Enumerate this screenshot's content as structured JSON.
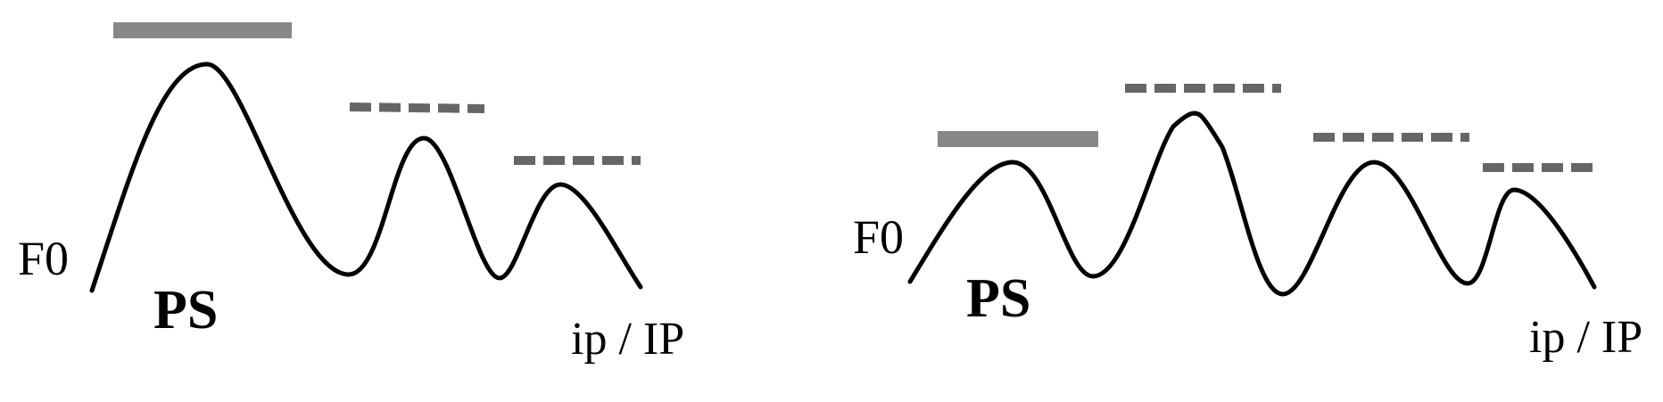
{
  "colors": {
    "contour": "#000000",
    "solid_bar": "#888888",
    "dashed_bar": "#666666"
  },
  "panels": [
    {
      "axis_label": "F0",
      "phrase_label": "PS",
      "end_label": "ip / IP",
      "peaks": [
        {
          "bar": "solid"
        },
        {
          "bar": "dashed"
        },
        {
          "bar": "dashed"
        }
      ]
    },
    {
      "axis_label": "F0",
      "phrase_label": "PS",
      "end_label": "ip / IP",
      "peaks": [
        {
          "bar": "solid"
        },
        {
          "bar": "dashed"
        },
        {
          "bar": "dashed"
        },
        {
          "bar": "dashed"
        }
      ]
    }
  ]
}
